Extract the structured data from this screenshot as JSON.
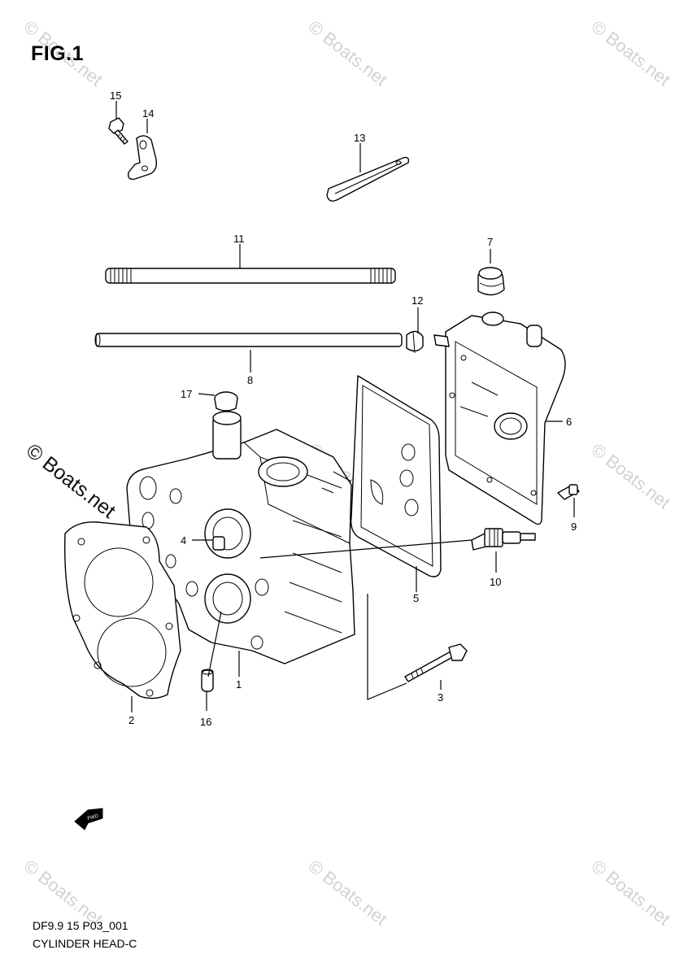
{
  "figure": {
    "title": "FIG.1"
  },
  "watermark": {
    "text": "© Boats.net"
  },
  "footer": {
    "code": "DF9.9 15 P03_001",
    "caption": "CYLINDER HEAD-C"
  },
  "callouts": {
    "c1": "1",
    "c2": "2",
    "c3": "3",
    "c4": "4",
    "c5": "5",
    "c6": "6",
    "c7": "7",
    "c8": "8",
    "c9": "9",
    "c10": "10",
    "c11": "11",
    "c12": "12",
    "c13": "13",
    "c14": "14",
    "c15": "15",
    "c16": "16",
    "c17": "17"
  },
  "fwd_badge": {
    "text": "FWD"
  }
}
